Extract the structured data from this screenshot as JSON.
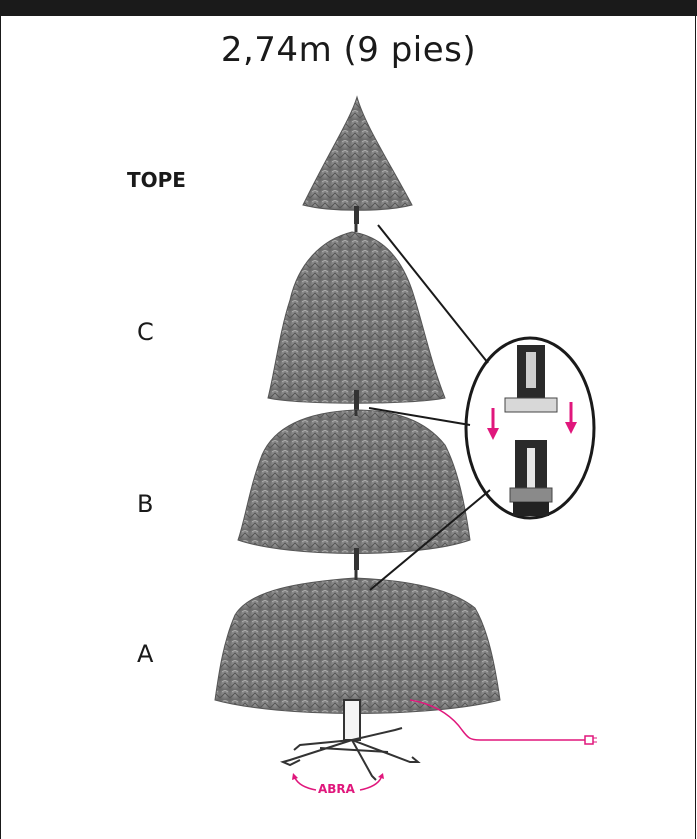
{
  "title": "2,74m (9 pies)",
  "sections": {
    "top": "TOPE",
    "c": "C",
    "b": "B",
    "a": "A"
  },
  "stand_label": "ABRA",
  "colors": {
    "foliage": "#8a8a8a",
    "foliage_dark": "#5e5e5e",
    "accent": "#e0177c",
    "ink": "#1a1a1a"
  }
}
